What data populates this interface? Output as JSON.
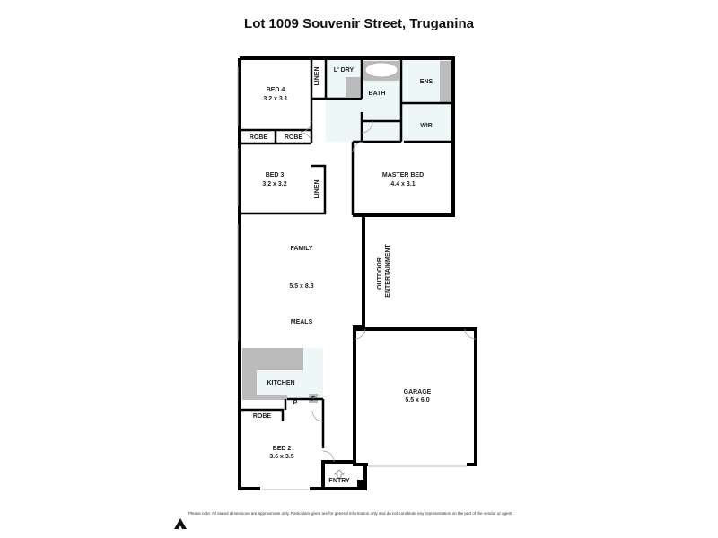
{
  "title": "Lot 1009 Souvenir Street, Truganina",
  "rooms": {
    "bed4": {
      "name": "BED 4",
      "size": "3.2 x 3.1"
    },
    "linen1": "LINEN",
    "laundry": "L' DRY",
    "bath": "BATH",
    "ensuite": "ENS",
    "wir": "WIR",
    "robe1": "ROBE",
    "robe2": "ROBE",
    "bed3": {
      "name": "BED 3",
      "size": "3.2 x 3.2"
    },
    "linen2": "LINEN",
    "master": {
      "name": "MASTER BED",
      "size": "4.4 x 3.1"
    },
    "family": {
      "name": "FAMILY",
      "size": "5.5 x 8.8"
    },
    "meals": "MEALS",
    "outdoor": "OUTDOOR",
    "entertainment": "ENTERTAINMENT",
    "kitchen": "KITCHEN",
    "pantry": "P",
    "fridge": "F",
    "robe3": "ROBE",
    "garage": {
      "name": "GARAGE",
      "size": "5.5 x 6.0"
    },
    "bed2": {
      "name": "BED 2",
      "size": "3.6 x 3.5"
    },
    "entry": "ENTRY"
  },
  "note": "Please note: All stated dimensions are approximate only. Particulars given are for general information only and do not constitute any representation on the part of the vendor or agent."
}
